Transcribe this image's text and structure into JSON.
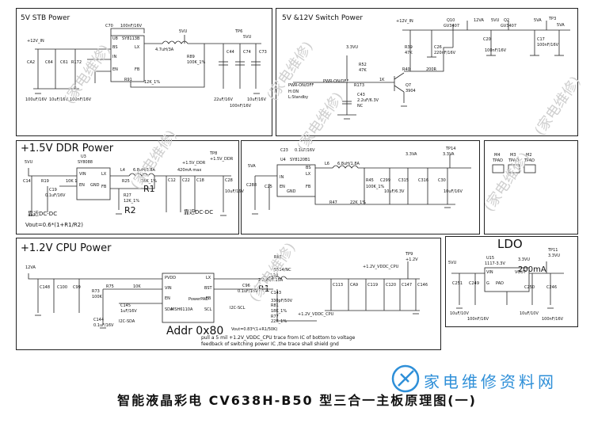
{
  "panels": {
    "stb": {
      "title": "5V STB Power"
    },
    "sw": {
      "title": "5V &12V Switch Power"
    },
    "ddr": {
      "title": "+1.5V DDR Power"
    },
    "mid": {},
    "sel": {},
    "cpu": {
      "title": "+1.2V CPU Power"
    },
    "ldo": {
      "title": "LDO"
    }
  },
  "stb": {
    "ic": "U8",
    "ic_part": "SY8113B",
    "cap_top": "C70",
    "cap_top_v": "100nF/16V",
    "pin_bs": "BS",
    "pin_lx": "LX",
    "pin_in": "IN",
    "pin_fb": "FB",
    "pin_en": "EN",
    "inductor": "4.7uH/3A",
    "net_in": "+12V_IN",
    "net_out": "5VU",
    "tp": "TP6",
    "tp_net": "5VU",
    "r_fb_top": "R89",
    "r_fb_top_v": "100K_1%",
    "r_fb_bot": "R91",
    "r_fb_bot_v": "12K_1%",
    "r_en": "R172",
    "c61": "C61",
    "ca2": "CA2",
    "c64": "C64",
    "c44": "C44",
    "c74": "C74",
    "c73": "C73",
    "ca2_v": "100uF/16V",
    "c64_v": "10uF/16V",
    "c61_v": "100nF/16V",
    "c44_v": "22uF/16V",
    "c74_v": "100nF/16V",
    "c73_v": "10uF/16V"
  },
  "sw": {
    "net_in": "+12V_IN",
    "net_12v": "12VA",
    "net_5vu": "5VU",
    "net_5va": "5VA",
    "tp": "TP3",
    "tp_net": "5VA",
    "q10": "Q10",
    "q10_part": "GV3407",
    "q2": "Q2",
    "q2_part": "GV3407",
    "c26": "C26",
    "c26_v": "220nF/16V",
    "r39": "R39",
    "r39_v": "47K",
    "r40": "R40",
    "r40_v": "200R",
    "c20": "C20",
    "c20_v": "100nF/16V",
    "c17": "C17",
    "c17_v": "100nF/16V",
    "net_33": "3.3VU",
    "r52": "R52",
    "r52_v": "47K",
    "sig1": "PWR-ON/OFF",
    "sig2": "PWR-ON/OFF",
    "r173": "R173",
    "r173_v": "1K",
    "q7": "Q7",
    "q7_part": "3904",
    "c43": "C43",
    "c43_v": "2.2uF/6.3V",
    "hion": "H:ON",
    "lstb": "L:Standby",
    "nc": "NC"
  },
  "ddr": {
    "net_in": "5VU",
    "ic": "U3",
    "ic_part": "SY8088",
    "pin_vin": "VIN",
    "pin_lx": "LX",
    "pin_en": "EN",
    "pin_gnd": "GND",
    "pin_fb": "FB",
    "l4": "L4",
    "l4_v": "6.8uH/1.8A",
    "r19": "R19",
    "r19_v": "10K 1",
    "r25": "R25",
    "r25_v": "18K_1%",
    "r27": "R27",
    "r27_v": "12K_1%",
    "c14": "C14",
    "c19": "C19",
    "c19_v": "0.1uF/16V",
    "c12": "C12",
    "c22": "C22",
    "c18": "C18",
    "c28": "C28",
    "c28_v": "10uF/16V",
    "out_cur": "420mA max",
    "net_out": "+1.5V_DDR",
    "tp": "TP8",
    "tp_net": "+1.5V_DDR",
    "r1": "R1",
    "r2": "R2",
    "anno1": "靠近DC-DC",
    "anno2": "靠近DC-DC",
    "formula": "Vout=0.6*(1+R1/R2)"
  },
  "mid": {
    "net_in": "5VA",
    "ic": "U4",
    "ic_part": "SY8120B1",
    "pin_bs": "BS",
    "pin_lx": "LX",
    "pin_in": "IN",
    "pin_en": "EN",
    "pin_gnd": "GND",
    "pin_fb": "FB",
    "c23": "C23",
    "c23_v": "0.1uF/16V",
    "l6": "L6",
    "l6_v": "6.8uH/1.8A",
    "r45": "R45",
    "r45_v": "100K_1%",
    "r47": "R47",
    "r47_v": "22K_1%",
    "net_out": "3.3VA",
    "tp": "TP14",
    "tp_net": "3.3VA",
    "c299": "C299",
    "c315": "C315",
    "c316": "C316",
    "c30": "C30",
    "c288": "C288",
    "c25": "C25",
    "cap_v1": "10uF/6.3V",
    "cap_v2": "10uF/16V"
  },
  "sel": {
    "m4": "M4",
    "m3": "M3",
    "m2": "M2",
    "tpad": "TPAD"
  },
  "cpu": {
    "net_in": "12VA",
    "ic": "MSH6110A",
    "ic_sub": "PowerPAD",
    "pin_pvdd": "PVDD",
    "pin_lx": "LX",
    "pin_vin": "VIN",
    "pin_bst": "BST",
    "pin_en": "EN",
    "pin_fb": "FB",
    "pin_sda": "SDA",
    "pin_scl": "SCL",
    "r75": "R75",
    "r75_v": "10K",
    "r73": "R73",
    "r73_v": "100K",
    "c148": "C148",
    "c100": "C100",
    "c99": "C99",
    "c145": "C145",
    "c145_v": "1uF/16V",
    "c144": "C144",
    "c144_v": "0.1uF/16V",
    "i2c_sda": "I2C-SDA",
    "i2c_scl": "I2C-SCL",
    "addr": "Addr 0x80",
    "r1": "R1",
    "l10": "L10",
    "l10_v": "2.2uH/5.15A",
    "r81": "R81",
    "r81_v": "5534/NC",
    "c96": "C96",
    "c96_v": "0.1uF/16V",
    "c143": "C143",
    "c143_v": "330pF/50V",
    "r81b": "R81",
    "r81b_v": "18K_1%",
    "r77": "R77",
    "r77_v": "22K_1%",
    "net_out": "+1.2V_VDDC_CPU",
    "net_out2": "+1.2V_VDDC_CPU",
    "tp": "TP9",
    "tp_net": "+1.2V",
    "c113": "C113",
    "ca9": "CA9",
    "c119": "C119",
    "c120": "C120",
    "c147": "C147",
    "c146": "C146",
    "formula": "Vout=0.83*(1+R1/50K)",
    "note1": "pull a 5 mil +1.2V_VDDC_CPU trace from IC of  bottom to voltage",
    "note2": "feedback of switching power IC ,the trace shall shield gnd"
  },
  "ldo": {
    "net_in": "5VU",
    "ic": "U15",
    "ic_part": "1117-3.3V",
    "pin_vin": "VIN",
    "pin_vout": "VOUT",
    "pin_gnd": "G",
    "pin_pad": "PAD",
    "net_out": "3.3VU",
    "tp": "TP11",
    "tp_net": "3.3VU",
    "cur": "200mA",
    "c251": "C251",
    "c249": "C249",
    "c250": "C250",
    "c246": "C246",
    "c251_v": "10uF/10V",
    "c249_v": "100nF/16V",
    "c250_v": "10uF/10V",
    "c246_v": "100nF/16V"
  },
  "watermark": "(家电维修)",
  "brand": "家电维修资料网",
  "footer": "智能液晶彩电 CV638H-B50 型三合一主板原理图(一)"
}
